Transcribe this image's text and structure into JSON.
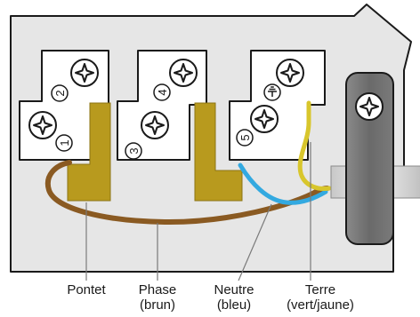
{
  "terminals": [
    {
      "number": "1"
    },
    {
      "number": "2"
    },
    {
      "number": "3"
    },
    {
      "number": "4"
    },
    {
      "number": "5"
    }
  ],
  "callouts": {
    "pontet": {
      "label": "Pontet",
      "sub": ""
    },
    "phase": {
      "label": "Phase",
      "sub": "(brun)"
    },
    "neutre": {
      "label": "Neutre",
      "sub": "(bleu)"
    },
    "terre": {
      "label": "Terre",
      "sub": "(vert/jaune)"
    }
  },
  "colors": {
    "plate": "#e6e6e6",
    "outline": "#1a1a1a",
    "block": "#ffffff",
    "bridge": "#b89a1e",
    "phase": "#8a5a22",
    "neutral": "#33a9e0",
    "earth": "#d8c62c",
    "clamp": "#6e6e6e"
  },
  "icons": {
    "screw": "screw-icon",
    "earth": "earth-ground-icon"
  }
}
